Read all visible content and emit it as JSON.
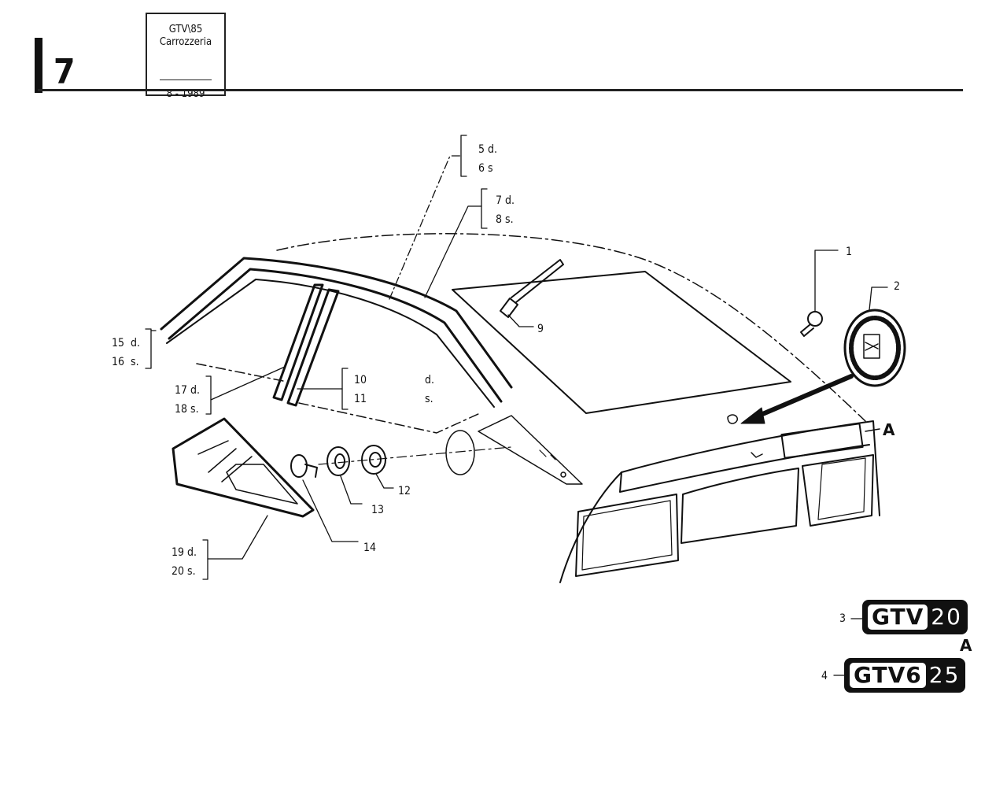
{
  "header": {
    "section_number": "7",
    "title_box": {
      "line1": "GTV\\85",
      "line2": "Carrozzeria",
      "date": "8 - 1989"
    }
  },
  "callouts": {
    "c1": "1",
    "c2": "2",
    "c9": "9",
    "c12": "12",
    "c13": "13",
    "c14": "14",
    "c5": "5 d.\n6 s",
    "c7": "7 d.\n8 s.",
    "c15": "15  d.\n16  s.",
    "c17": "17 d.\n18 s.",
    "c10": "10\n11",
    "c10ds": "d.\ns.",
    "c19": "19 d.\n20 s.",
    "c3": "3",
    "c4": "4"
  },
  "markers": {
    "a_car": "A",
    "a_badges": "A"
  },
  "badges": [
    {
      "main": "GTV",
      "num": "20"
    },
    {
      "main": "GTV6",
      "num": "25"
    }
  ]
}
